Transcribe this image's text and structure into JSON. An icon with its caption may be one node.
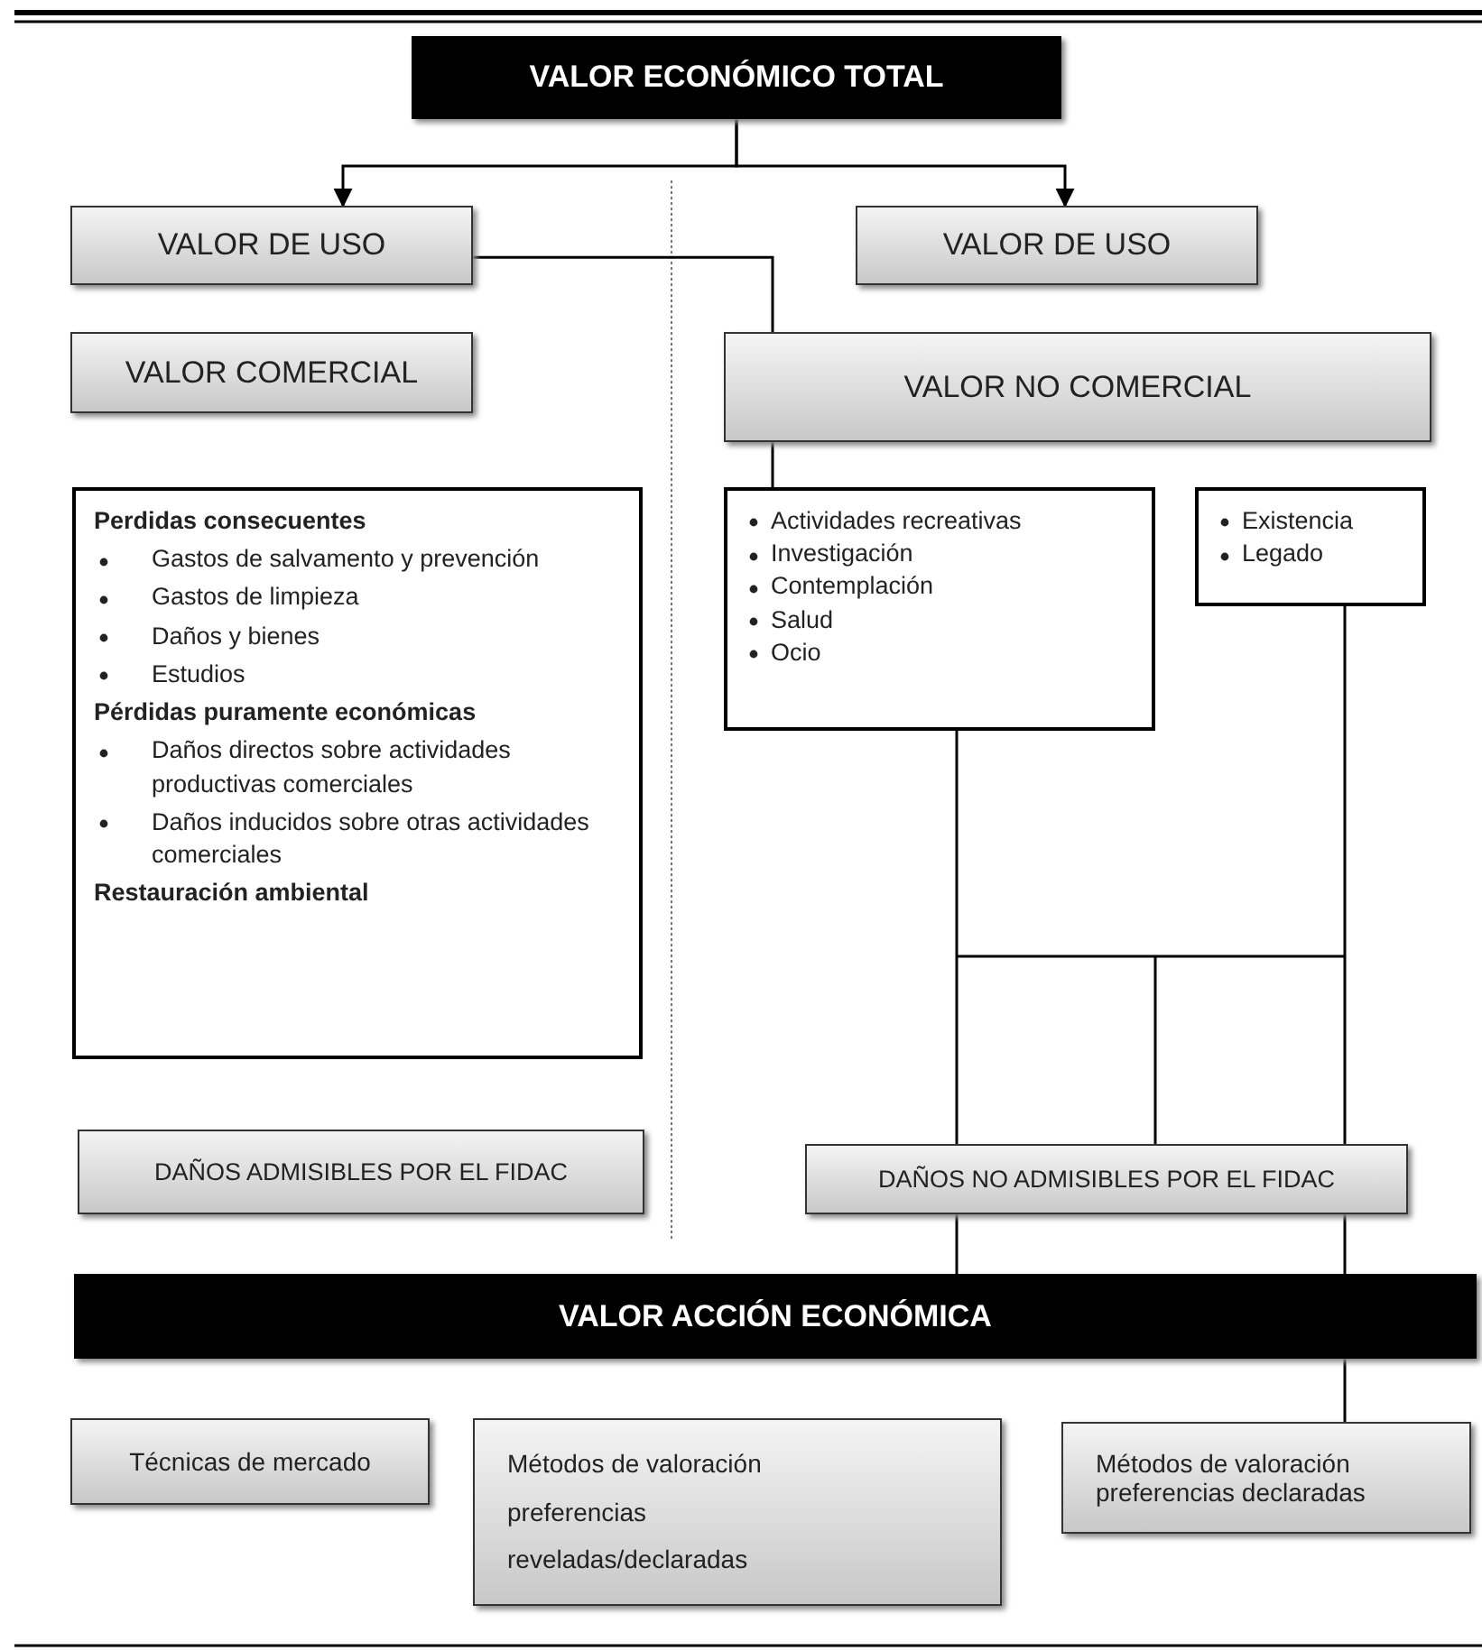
{
  "diagram": {
    "nodes": [
      {
        "text": [
          "VALOR ECONÓMICO TOTAL"
        ]
      },
      {
        "text": [
          "VALOR DE USO"
        ]
      },
      {
        "text": [
          "VALOR DE USO"
        ]
      },
      {
        "text": [
          "VALOR COMERCIAL"
        ]
      },
      {
        "text": [
          "VALOR NO COMERCIAL"
        ]
      },
      {
        "text": [
          "Perdidas consecuentes",
          "Gastos de salvamento y prevención",
          "Gastos de limpieza",
          "Daños y bienes",
          "Estudios",
          "Pérdidas puramente económicas",
          "Daños directos sobre actividades productivas comerciales",
          "Daños inducidos sobre otras actividades comerciales",
          "Restauración ambiental"
        ]
      },
      {
        "text": [
          "Actividades recreativas",
          "Investigación",
          "Contemplación",
          "Salud",
          "Ocio"
        ]
      },
      {
        "text": [
          "Existencia",
          "Legado"
        ]
      },
      {
        "text": [
          "DAÑOS ADMISIBLES POR EL FIDAC"
        ]
      },
      {
        "text": [
          "DAÑOS NO ADMISIBLES POR EL FIDAC"
        ]
      },
      {
        "text": [
          "VALOR ACCIÓN ECONÓMICA"
        ]
      },
      {
        "text": [
          "Técnicas de mercado"
        ]
      },
      {
        "text": [
          "Métodos de valoración preferencias reveladas/declaradas"
        ]
      },
      {
        "text": [
          "Métodos de valoración preferencias declaradas"
        ]
      }
    ],
    "edges": [
      {
        "from": 0,
        "to": 1,
        "arrow": "to"
      },
      {
        "from": 0,
        "to": 2,
        "arrow": "to"
      },
      {
        "from": 1,
        "to": 4,
        "arrow": "none"
      },
      {
        "from": 4,
        "to": 6,
        "arrow": "none"
      },
      {
        "from": 6,
        "to": 9,
        "arrow": "none"
      },
      {
        "from": 7,
        "to": 9,
        "arrow": "none"
      },
      {
        "from": 9,
        "to": 10,
        "arrow": "none"
      },
      {
        "from": 9,
        "to": 10,
        "arrow": "none"
      },
      {
        "from": 10,
        "to": 13,
        "arrow": "none"
      }
    ]
  }
}
